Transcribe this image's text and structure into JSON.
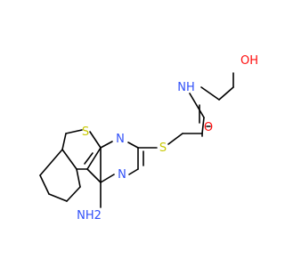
{
  "colors": {
    "background": "#ffffff",
    "bond": "#000000",
    "sulfur": "#c8c800",
    "nitrogen": "#3050f8",
    "oxygen": "#ff0d0d"
  },
  "atoms": {
    "thiophene_s": "S",
    "thioether_s": "S",
    "pyrimidine_n_upper": "N",
    "pyrimidine_n_lower": "N",
    "amide_nh": "NH",
    "amino_nh2": "NH2",
    "carbonyl_o": "O",
    "hydroxyl": "OH"
  }
}
